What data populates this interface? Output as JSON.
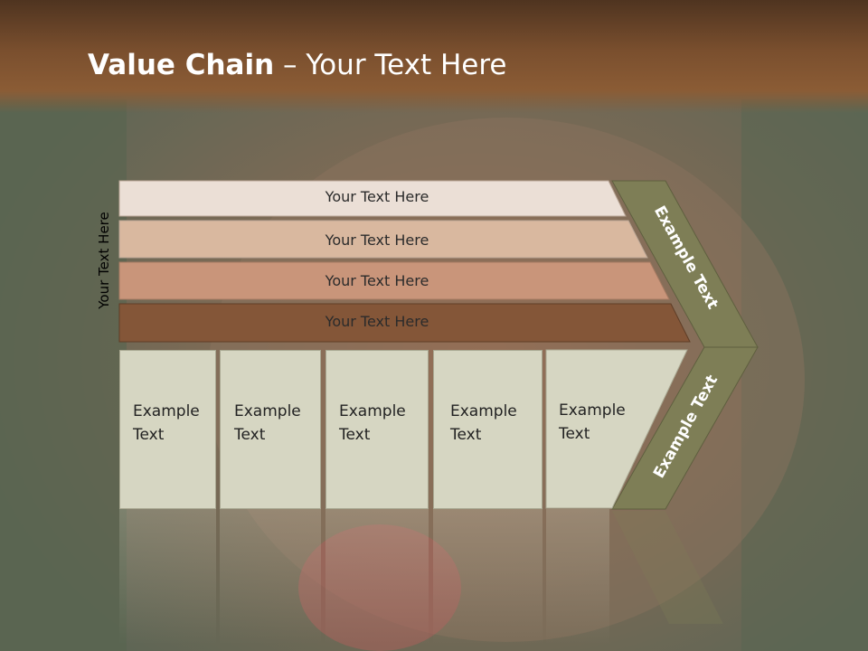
{
  "slide": {
    "title_bold": "Value Chain",
    "title_rest": " – Your Text Here",
    "vertical_label": "Your Text Here"
  },
  "bands": [
    {
      "label": "Your Text Here",
      "color": "#ebdfd6"
    },
    {
      "label": "Your Text Here",
      "color": "#d9b89f"
    },
    {
      "label": "Your Text Here",
      "color": "#c9957a"
    },
    {
      "label": "Your Text Here",
      "color": "#845638"
    }
  ],
  "boxes": [
    {
      "line1": "Example",
      "line2": "Text"
    },
    {
      "line1": "Example",
      "line2": "Text"
    },
    {
      "line1": "Example",
      "line2": "Text"
    },
    {
      "line1": "Example",
      "line2": "Text"
    },
    {
      "line1": "Example",
      "line2": "Text"
    }
  ],
  "chevron": {
    "upper_label": "Example Text",
    "lower_label": "Example Text",
    "color": "#7e7e56"
  }
}
